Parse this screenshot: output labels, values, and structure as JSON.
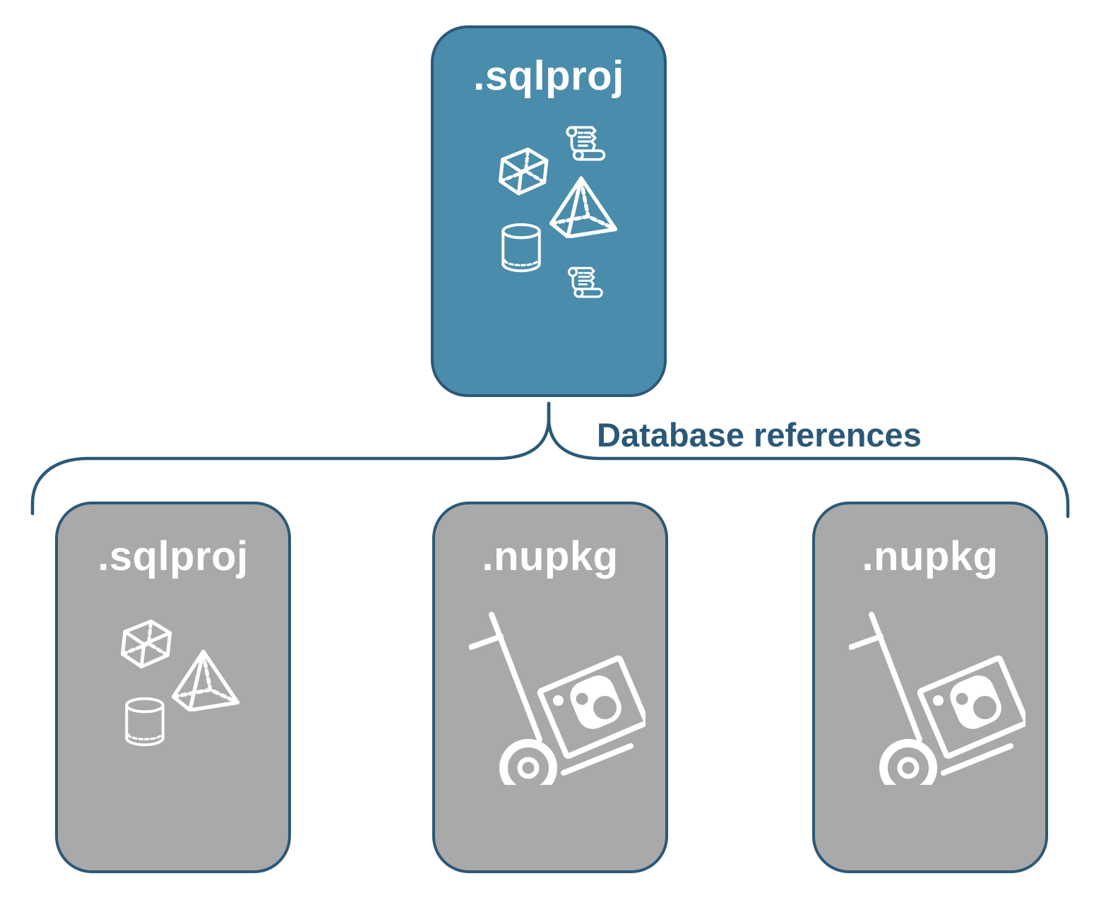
{
  "background_color": "#FFFFFF",
  "colors": {
    "root_card_fill": "#4A8CAC",
    "child_card_fill": "#A9A9A9",
    "outline_and_text": "#2B5877",
    "icon_stroke": "#FFFFFF",
    "title_text": "#FFFFFF"
  },
  "root_card": {
    "label": ".sqlproj",
    "icons": [
      "scroll-icon",
      "cube-icon",
      "pyramid-icon",
      "cylinder-icon",
      "scroll-icon"
    ]
  },
  "connector": {
    "type": "curly-brace",
    "label": "Database references"
  },
  "child_cards": [
    {
      "label": ".sqlproj",
      "icons": [
        "cube-icon",
        "pyramid-icon",
        "cylinder-icon"
      ]
    },
    {
      "label": ".nupkg",
      "icons": [
        "hand-truck-package-icon"
      ]
    },
    {
      "label": ".nupkg",
      "icons": [
        "hand-truck-package-icon"
      ]
    }
  ]
}
